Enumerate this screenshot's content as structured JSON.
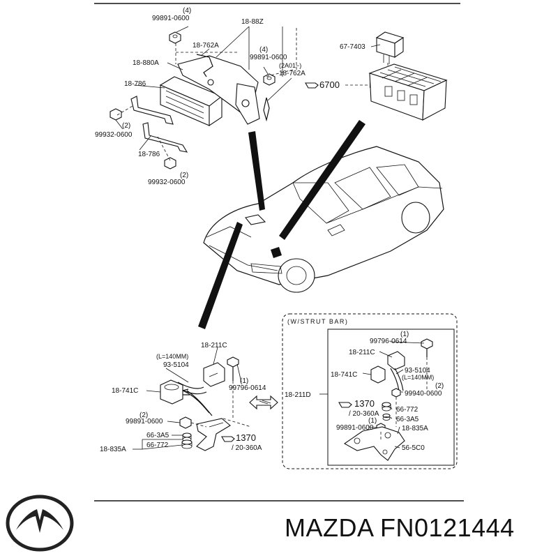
{
  "brand": {
    "name": "MAZDA",
    "part_number": "FN0121444"
  },
  "labels": {
    "top_left": {
      "nut_top_qty": "(4)",
      "nut_top": "99891-0600",
      "group_88z": "18-88Z",
      "clip_762a": "18-762A",
      "nut_mid_qty": "(4)",
      "nut_mid": "99891-0600",
      "code_2a01": "(2A01−)",
      "clip_762a_2": "18-762A",
      "ecu_880a": "18-880A",
      "bracket_786": "18-786",
      "bolt_qty1": "(2)",
      "bolt_1": "99932-0600",
      "bracket_786_2": "18-786",
      "bolt_qty2": "(2)",
      "bolt_2": "99932-0600"
    },
    "top_right": {
      "relay": "67-7403",
      "ref_6700": "6700"
    },
    "bottom_left": {
      "sensor_211c": "18-211C",
      "length_note": "(L=140MM)",
      "hose_5104": "93-5104",
      "bolt_qty": "(1)",
      "bolt": "99796-0614",
      "solenoid_741c": "18-741C",
      "nut_qty": "(2)",
      "nut": "99891-0600",
      "part_3a5": "66-3A5",
      "bracket_835a": "18-835A",
      "part_772": "66-772",
      "ref_1370": "1370",
      "ref_360a": "/ 20-360A"
    },
    "bottom_right": {
      "box_title": "(W/STRUT BAR)",
      "bolt_qty": "(1)",
      "bolt": "99796-0614",
      "sensor_211c": "18-211C",
      "hose_5104": "93-5104",
      "solenoid_741c": "18-741C",
      "length_note": "(L=140MM)",
      "nut_qty": "(2)",
      "nut_9940": "99940-0600",
      "group_211d": "18-211D",
      "ref_1370": "1370",
      "ref_360a": "/ 20-360A",
      "part_772": "66-772",
      "part_3a5": "66-3A5",
      "nut_qty2": "(1)",
      "nut_891": "99891-0600",
      "bracket_835a": "18-835A",
      "part_5c0": "56-5C0"
    }
  }
}
